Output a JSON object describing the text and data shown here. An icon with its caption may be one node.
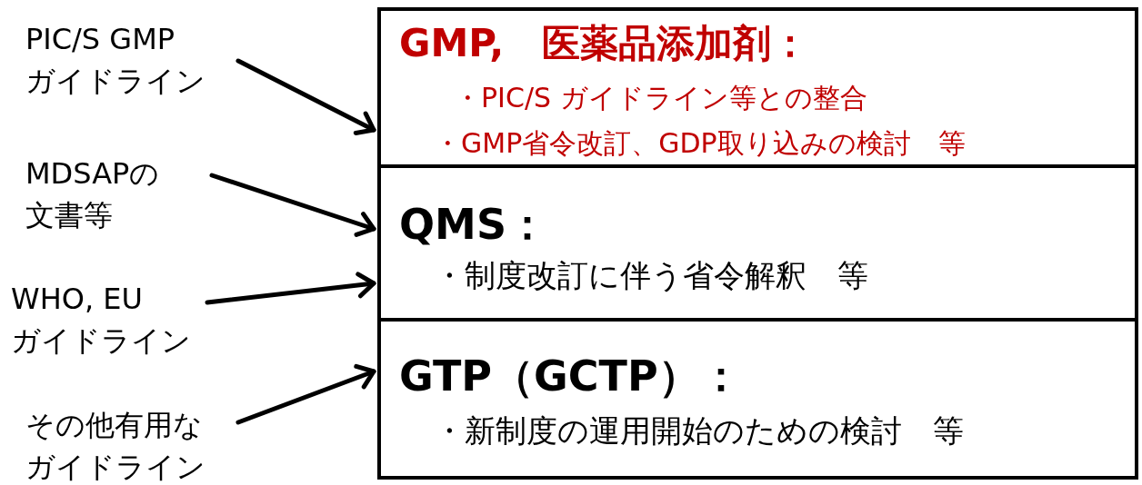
{
  "diagram": {
    "nodes": [
      {
        "text": [
          "PIC/S GMPガイドライン"
        ]
      },
      {
        "text": [
          "MDSAPの文書等"
        ]
      },
      {
        "text": [
          "WHO, EUガイドライン"
        ]
      },
      {
        "text": [
          "その他有用なガイドライン"
        ]
      },
      {
        "text": [
          "GMP,　医薬品添加剤：",
          "・PIC/S ガイドライン等との整合",
          "・GMP省令改訂、GDP取り込みの検討　等"
        ]
      },
      {
        "text": [
          "QMS：",
          "・制度改訂に伴う省令解釈　等"
        ]
      },
      {
        "text": [
          "GTP（GCTP）：",
          "・新制度の運用開始のための検討　等"
        ]
      }
    ],
    "edges": [
      {
        "from": 0,
        "to": 4,
        "arrow": "to"
      },
      {
        "from": 1,
        "to": 5,
        "arrow": "to"
      },
      {
        "from": 2,
        "to": 5,
        "arrow": "to"
      },
      {
        "from": 3,
        "to": 6,
        "arrow": "to"
      }
    ]
  }
}
